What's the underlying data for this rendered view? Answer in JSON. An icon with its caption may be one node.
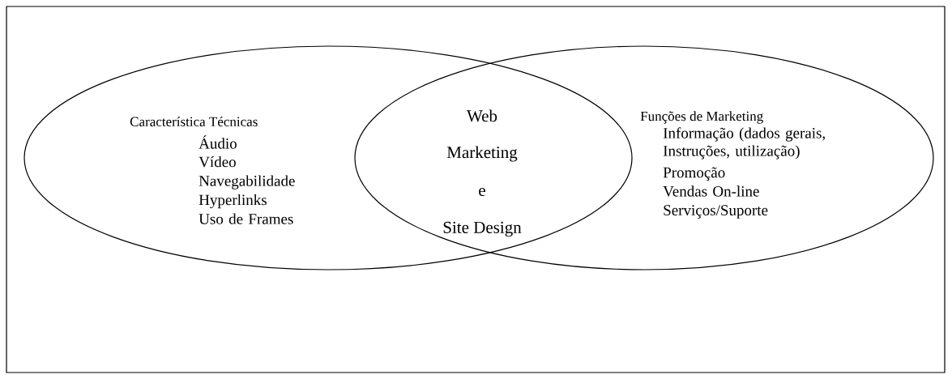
{
  "diagram": {
    "nodes": [
      {
        "text": [
          "Característica Técnicas",
          "Áudio",
          "Vídeo",
          "Navegabilidade",
          "Hyperlinks",
          "Uso de Frames"
        ]
      },
      {
        "text": [
          "Funções de Marketing",
          "Informação (dados gerais, Instruções, utilização)",
          "Promoção",
          "Vendas On-line",
          "Serviços/Suporte"
        ]
      }
    ],
    "labels": [
      "Web",
      "Marketing",
      "e",
      "Site Design"
    ]
  }
}
